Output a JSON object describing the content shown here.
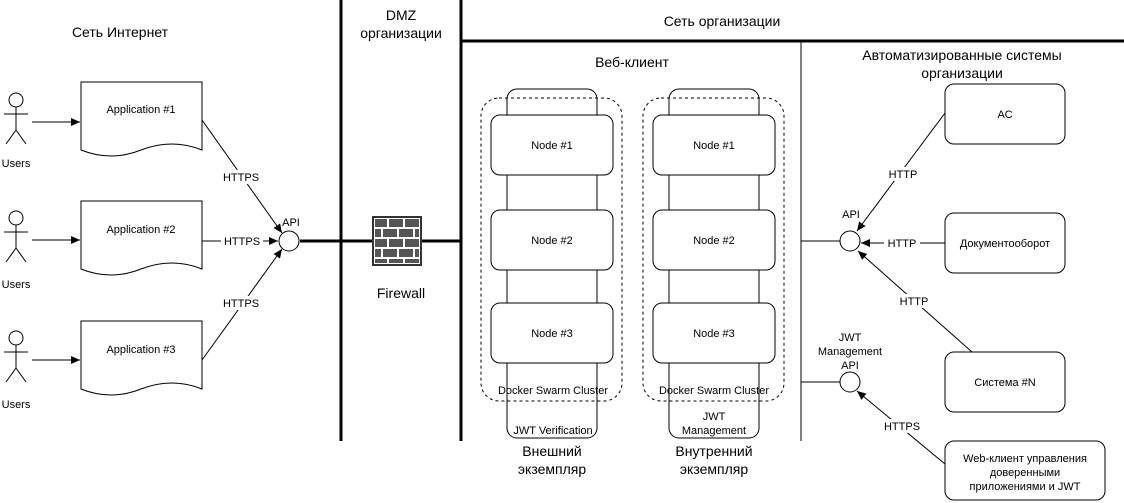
{
  "zones": {
    "internet": "Сеть Интернет",
    "dmz_line1": "DMZ",
    "dmz_line2": "организации",
    "org": "Сеть организации",
    "webclient": "Веб-клиент",
    "auto_line1": "Автоматизированные системы",
    "auto_line2": "организации"
  },
  "users_label": "Users",
  "apps": [
    "Application #1",
    "Application #2",
    "Application #3"
  ],
  "protocols": {
    "https": "HTTPS",
    "http": "HTTP"
  },
  "api_label": "API",
  "firewall_label": "Firewall",
  "nodes": [
    "Node #1",
    "Node #2",
    "Node #3"
  ],
  "cluster_label": "Docker Swarm Cluster",
  "external": {
    "pill": "JWT Verification",
    "line1": "Внешний",
    "line2": "экземпляр"
  },
  "internal": {
    "pill_line1": "JWT",
    "pill_line2": "Management",
    "line1": "Внутренний",
    "line2": "экземпляр"
  },
  "jwt_api": {
    "line1": "JWT",
    "line2": "Management",
    "line3": "API"
  },
  "systems": {
    "as": "АС",
    "docflow": "Документооборот",
    "sysn": "Система #N",
    "web_line1": "Web-клиент управления",
    "web_line2": "доверенными",
    "web_line3": "приложениями и JWT"
  }
}
